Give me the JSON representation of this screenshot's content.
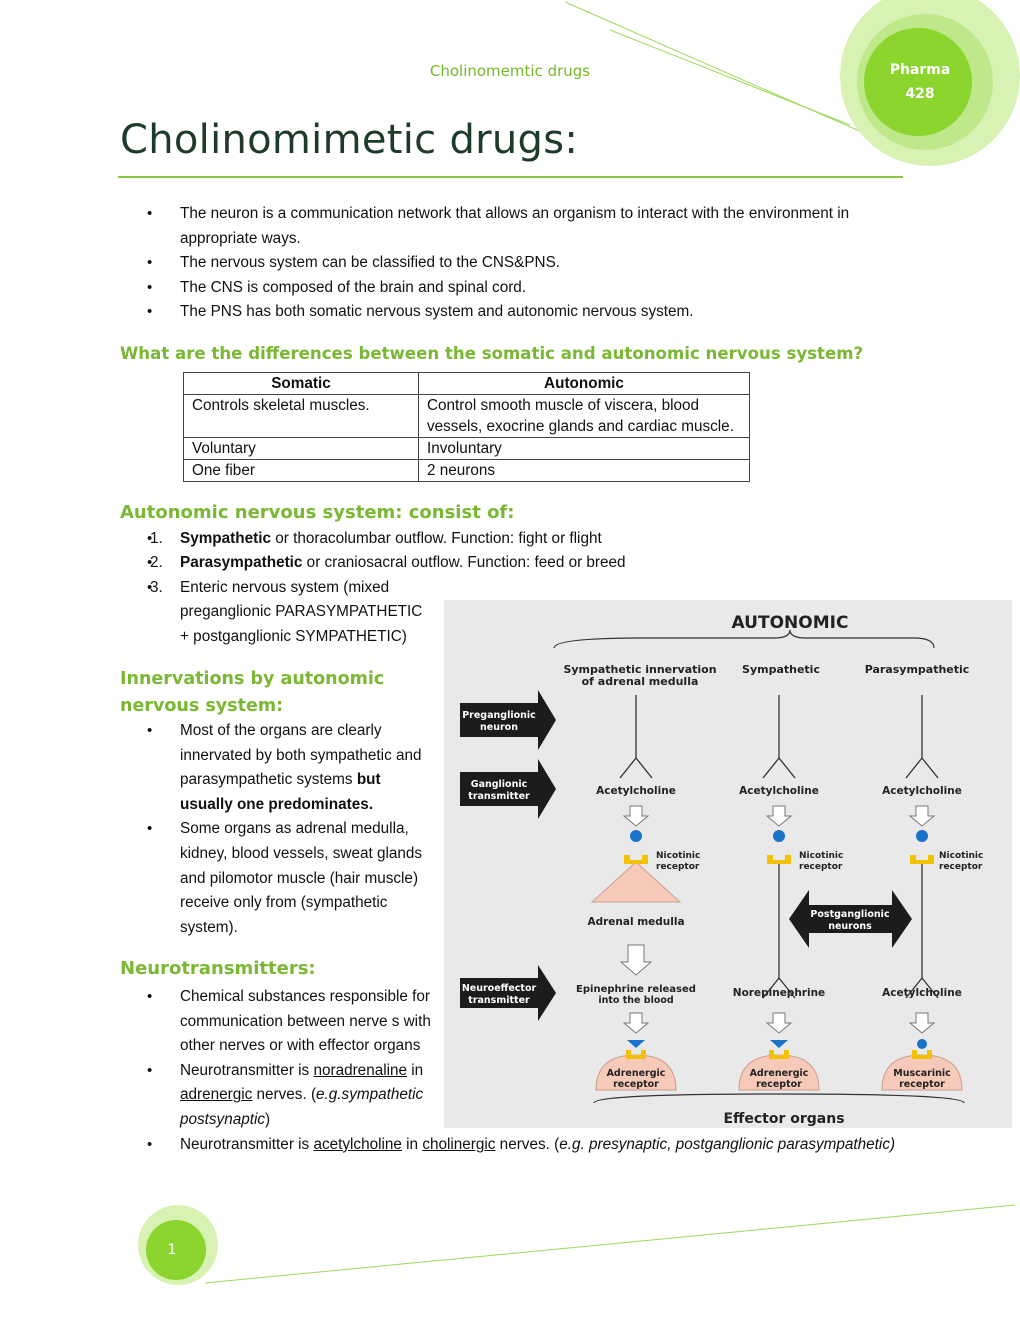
{
  "header": {
    "running_title": "Cholinomemtic drugs",
    "badge_line1": "Pharma",
    "badge_line2": "428"
  },
  "title": "Cholinomimetic drugs:",
  "intro_bullets": [
    "The neuron is a communication network that allows an organism to interact with the environment in",
    "appropriate ways.",
    "The nervous system can be classified to the CNS&PNS.",
    "The CNS is composed of the brain and spinal cord.",
    "The PNS has both somatic nervous system and autonomic nervous system."
  ],
  "diff_heading": "What are the differences between the somatic and autonomic nervous system?",
  "table": {
    "headers": [
      "Somatic",
      "Autonomic"
    ],
    "rows": [
      [
        "Controls skeletal muscles.",
        "Control smooth muscle of viscera, blood",
        "vessels, exocrine glands and cardiac muscle."
      ],
      [
        "Voluntary",
        "Involuntary"
      ],
      [
        "One fiber",
        "2 neurons"
      ]
    ]
  },
  "ans_heading": "Autonomic nervous system: consist of:",
  "ans_list": [
    {
      "num": "1.",
      "bold": "Sympathetic",
      "rest": " or thoracolumbar outflow. Function: fight or flight"
    },
    {
      "num": "2.",
      "bold": "Parasympathetic",
      "rest": " or craniosacral outflow. Function: feed or breed"
    },
    {
      "num": "3.",
      "line1": "Enteric nervous system (mixed",
      "line2": "preganglionic PARASYMPATHETIC",
      "line3": "+ postganglionic SYMPATHETIC)"
    }
  ],
  "innerv_heading_1": "Innervations by autonomic",
  "innerv_heading_2": "nervous system:",
  "innerv_bullets": {
    "b1_lines": [
      "Most of the organs are clearly",
      "innervated by both sympathetic and",
      "parasympathetic systems "
    ],
    "b1_bold1": "but",
    "b1_bold2": "usually  one predominates.",
    "b2_lines": [
      "Some organs as adrenal medulla,",
      "kidney, blood vessels, sweat glands",
      "and pilomotor muscle (hair muscle)",
      "receive only from (sympathetic",
      "system)."
    ]
  },
  "nt_heading": "Neurotransmitters:",
  "nt_bullets": {
    "b1_lines": [
      "Chemical substances responsible for",
      "communication between nerve s with",
      "other nerves or with effector organs"
    ],
    "b2_pre": "Neurotransmitter is ",
    "b2_u1": "noradrenaline",
    "b2_mid": " in",
    "b2_u2": "adrenergic",
    "b2_post": " nerves. (",
    "b2_ital1": "e.g.sympathetic",
    "b2_ital2": "postsynaptic",
    "b2_close": ")",
    "b3_pre": "Neurotransmitter is ",
    "b3_u1": "acetylcholine",
    "b3_mid": " in ",
    "b3_u2": "cholinergic",
    "b3_post": " nerves. (",
    "b3_ital": "e.g. presynaptic, postganglionic parasympathetic)"
  },
  "figure": {
    "title": "AUTONOMIC",
    "col1": [
      "Sympathetic innervation",
      "of adrenal medulla"
    ],
    "col2": "Sympathetic",
    "col3": "Parasympathetic",
    "arrow_pre": [
      "Preganglionic",
      "neuron"
    ],
    "arrow_gang": [
      "Ganglionic",
      "transmitter"
    ],
    "arrow_neuro": [
      "Neuroeffector",
      "transmitter"
    ],
    "ach": "Acetylcholine",
    "nic": [
      "Nicotinic",
      "receptor"
    ],
    "adrenal": "Adrenal medulla",
    "postgang": [
      "Postganglionic",
      "neurons"
    ],
    "epi": [
      "Epinephrine released",
      "into the blood"
    ],
    "nor": "Norepinephrine",
    "rec_adr": [
      "Adrenergic",
      "receptor"
    ],
    "rec_mus": [
      "Muscarinic",
      "receptor"
    ],
    "effector": "Effector organs",
    "colors": {
      "yellow": "#f2c200",
      "blue": "#1a73c8",
      "pink": "#f7c9b9",
      "dark": "#1c1c1c"
    }
  },
  "footer": {
    "page": "1"
  }
}
